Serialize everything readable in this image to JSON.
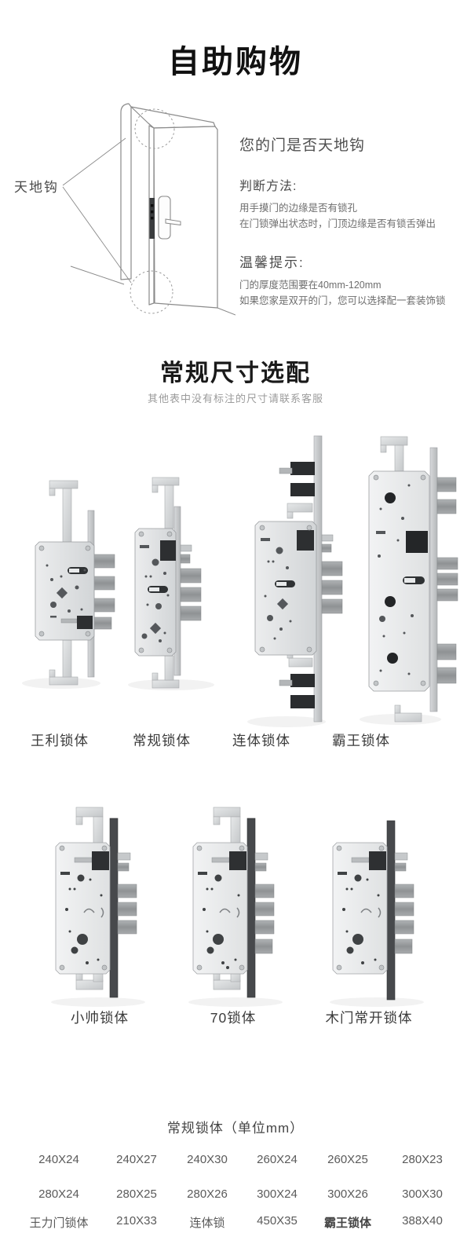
{
  "header": {
    "title": "自助购物"
  },
  "door_section": {
    "label": "天地钩",
    "heading": "您的门是否天地钩",
    "method_title": "判断方法:",
    "method_line1": "用手摸门的边缘是否有锁孔",
    "method_line2": "在门锁弹出状态时，门顶边缘是否有锁舌弹出",
    "tips_title": "温馨提示:",
    "tips_line1": "门的厚度范围要在40mm-120mm",
    "tips_line2": "如果您家是双开的门，您可以选择配一套装饰锁"
  },
  "size_section": {
    "title": "常规尺寸选配",
    "subtitle": "其他表中没有标注的尺寸请联系客服",
    "row1_labels": [
      "王利锁体",
      "常规锁体",
      "连体锁体",
      "霸王锁体"
    ],
    "row2_labels": [
      "小帅锁体",
      "70锁体",
      "木门常开锁体"
    ]
  },
  "size_table": {
    "title": "常规锁体（单位mm）",
    "rows": [
      [
        "240X24",
        "240X27",
        "240X30",
        "260X24",
        "260X25",
        "280X23"
      ],
      [
        "280X24",
        "280X25",
        "280X26",
        "300X24",
        "300X26",
        "300X30"
      ],
      [
        "王力门锁体",
        "210X33",
        "连体锁",
        "450X35",
        "霸王锁体",
        "388X40"
      ]
    ]
  },
  "colors": {
    "title_text": "#111111",
    "body_text": "#4a4a4a",
    "muted_text": "#9b9b9b",
    "metal_light": "#e9ebec",
    "metal_dark": "#2c2e30"
  }
}
